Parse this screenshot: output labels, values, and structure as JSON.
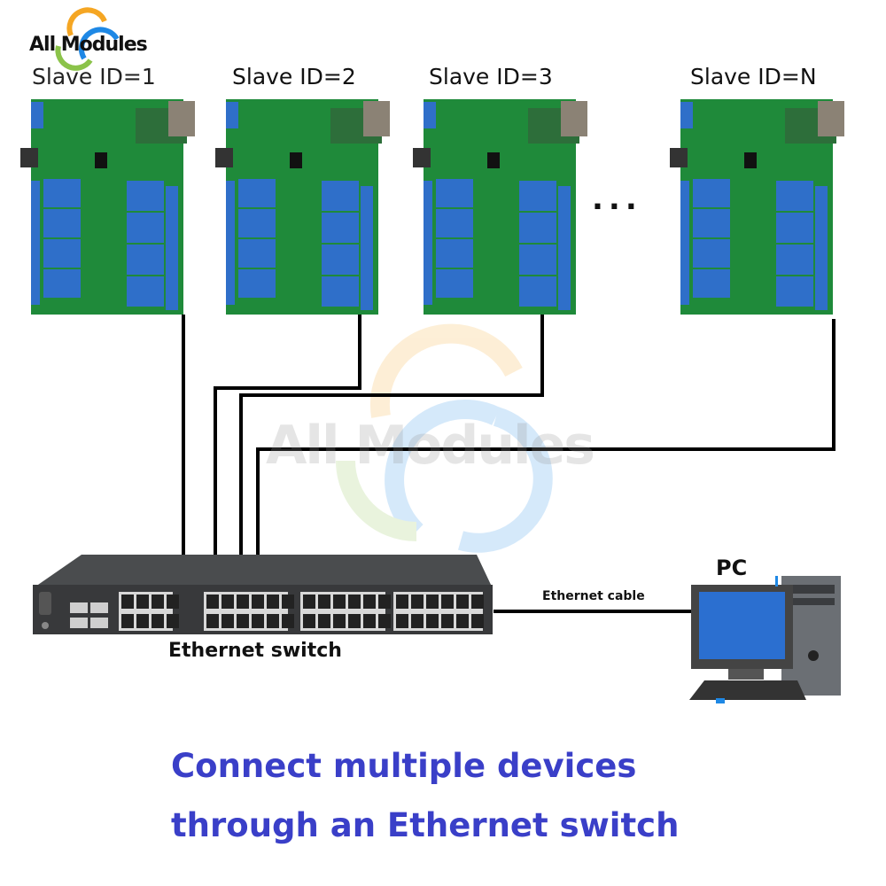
{
  "devices": [
    {
      "label": "Slave ID=1"
    },
    {
      "label": "Slave ID=2"
    },
    {
      "label": "Slave ID=3"
    },
    {
      "label": "Slave ID=N"
    }
  ],
  "ellipsis": "...",
  "switch_label": "Ethernet switch",
  "cable_label": "Ethernet cable",
  "pc_label": "PC",
  "caption": {
    "line1": "Connect multiple devices",
    "line2": "through an Ethernet switch"
  },
  "watermark": "All Modules",
  "logo_text": "All Modules",
  "colors": {
    "caption": "#3a3fc8",
    "pcb": "#1f8a3a",
    "relay": "#2f6fc9",
    "switch_body": "#3b3d3f",
    "cable": "#000000",
    "logo_orange": "#f5a623",
    "logo_blue": "#1e88e5",
    "logo_green": "#8bc34a"
  }
}
